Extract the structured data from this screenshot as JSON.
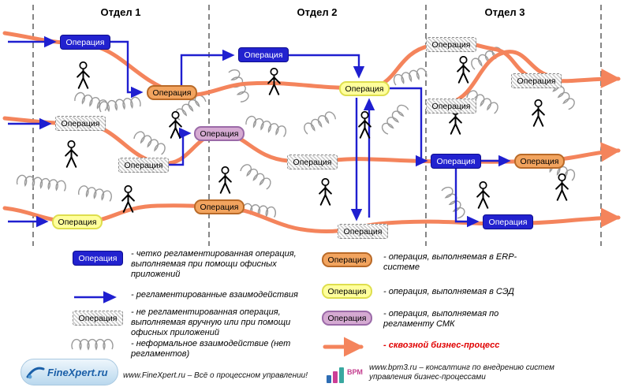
{
  "diagram": {
    "departments": [
      {
        "label": "Отдел 1"
      },
      {
        "label": "Отдел 2"
      },
      {
        "label": "Отдел 3"
      }
    ],
    "nodes": [
      {
        "type": "blue",
        "label": "Операция"
      },
      {
        "type": "gray",
        "label": "Операция"
      },
      {
        "type": "yellow",
        "label": "Операция"
      },
      {
        "type": "orange",
        "label": "Операция"
      },
      {
        "type": "gray",
        "label": "Операция"
      },
      {
        "type": "blue",
        "label": "Операция"
      },
      {
        "type": "purple",
        "label": "Операция"
      },
      {
        "type": "orange",
        "label": "Операция"
      },
      {
        "type": "gray",
        "label": "Операция"
      },
      {
        "type": "yellow",
        "label": "Операция"
      },
      {
        "type": "gray",
        "label": "Операция"
      },
      {
        "type": "gray",
        "label": "Операция"
      },
      {
        "type": "gray",
        "label": "Операция"
      },
      {
        "type": "blue",
        "label": "Операция"
      },
      {
        "type": "gray",
        "label": "Операция"
      },
      {
        "type": "orange",
        "label": "Операция"
      },
      {
        "type": "blue",
        "label": "Операция"
      }
    ]
  },
  "legend": {
    "left": [
      {
        "label": "Операция",
        "desc": "- четко регламентированная операция, выполняемая при помощи офисных приложений"
      },
      {
        "desc": "- регламентированные взаимодействия"
      },
      {
        "label": "Операция",
        "desc": "- не регламентированная операция, выполняемая вручную или при помощи офисных приложений"
      },
      {
        "desc": "- неформальное взаимодействие (нет регламентов)"
      }
    ],
    "right": [
      {
        "label": "Операция",
        "desc": "- операция, выполняемая в ERP-системе"
      },
      {
        "label": "Операция",
        "desc": "- операция, выполняемая в СЭД"
      },
      {
        "label": "Операция",
        "desc": "- операция, выполняемая по регламенту СМК"
      },
      {
        "desc": "- сквозной бизнес-процесс"
      }
    ]
  },
  "footer": {
    "finexpert_logo_text": "FineXpert.ru",
    "finexpert_caption": "www.FineXpert.ru – Всё о процессном управлении!",
    "bpm_logo_text": "ВРМ",
    "bpm_caption": "www.bpm3.ru – консалтинг по внедрению систем управления бизнес-процессами"
  },
  "colors": {
    "regulated_node": "#2222cf",
    "erp_node": "#f2a45f",
    "sed_node": "#ffff9c",
    "smk_node": "#d5aad2",
    "unregulated_node_border": "#8a8a8a",
    "process_flow": "#f4845c",
    "regulated_arrow": "#1f1fd0",
    "spiral": "#9a9a9a"
  }
}
